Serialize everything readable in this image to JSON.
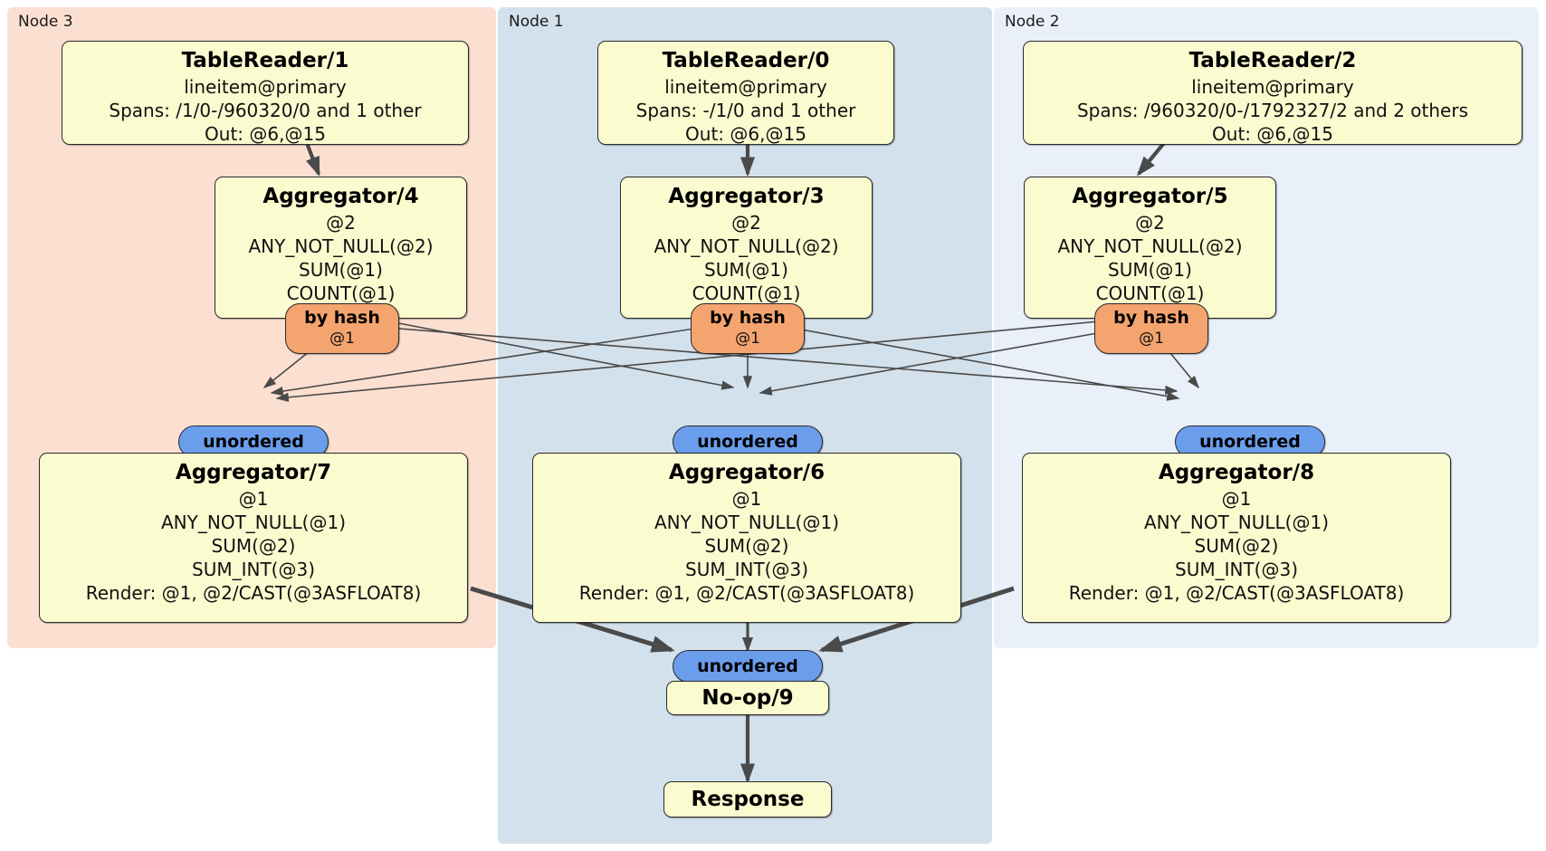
{
  "diagram": {
    "kind": "distributed-query-plan",
    "colors": {
      "node3_panel": "#fbe0d2",
      "node1_panel": "#d3e1ec",
      "node2_panel": "#eaf0fa",
      "processor_box": "#fbfbd0",
      "hash_router": "#f4a46e",
      "unordered_sync": "#6b9ded",
      "edge": "#4a4a4a",
      "border": "#2a2a2a"
    }
  },
  "nodes": [
    {
      "id": "node3",
      "label": "Node 3"
    },
    {
      "id": "node1",
      "label": "Node 1"
    },
    {
      "id": "node2",
      "label": "Node 2"
    }
  ],
  "processors": {
    "tablereader1": {
      "title": "TableReader/1",
      "lines": [
        "lineitem@primary",
        "Spans: /1/0-/960320/0 and 1 other",
        "Out: @6,@15"
      ]
    },
    "tablereader0": {
      "title": "TableReader/0",
      "lines": [
        "lineitem@primary",
        "Spans: -/1/0 and 1 other",
        "Out: @6,@15"
      ]
    },
    "tablereader2": {
      "title": "TableReader/2",
      "lines": [
        "lineitem@primary",
        "Spans: /960320/0-/1792327/2 and 2 others",
        "Out: @6,@15"
      ]
    },
    "aggregator4": {
      "title": "Aggregator/4",
      "lines": [
        "@2",
        "ANY_NOT_NULL(@2)",
        "SUM(@1)",
        "COUNT(@1)"
      ]
    },
    "aggregator3": {
      "title": "Aggregator/3",
      "lines": [
        "@2",
        "ANY_NOT_NULL(@2)",
        "SUM(@1)",
        "COUNT(@1)"
      ]
    },
    "aggregator5": {
      "title": "Aggregator/5",
      "lines": [
        "@2",
        "ANY_NOT_NULL(@2)",
        "SUM(@1)",
        "COUNT(@1)"
      ]
    },
    "aggregator7": {
      "title": "Aggregator/7",
      "lines": [
        "@1",
        "ANY_NOT_NULL(@1)",
        "SUM(@2)",
        "SUM_INT(@3)",
        "Render: @1, @2/CAST(@3ASFLOAT8)"
      ]
    },
    "aggregator6": {
      "title": "Aggregator/6",
      "lines": [
        "@1",
        "ANY_NOT_NULL(@1)",
        "SUM(@2)",
        "SUM_INT(@3)",
        "Render: @1, @2/CAST(@3ASFLOAT8)"
      ]
    },
    "aggregator8": {
      "title": "Aggregator/8",
      "lines": [
        "@1",
        "ANY_NOT_NULL(@1)",
        "SUM(@2)",
        "SUM_INT(@3)",
        "Render: @1, @2/CAST(@3ASFLOAT8)"
      ]
    },
    "noop9": {
      "title": "No-op/9",
      "lines": []
    },
    "response": {
      "title": "Response",
      "lines": []
    }
  },
  "routers": {
    "hash_left": {
      "title": "by hash",
      "detail": "@1"
    },
    "hash_center": {
      "title": "by hash",
      "detail": "@1"
    },
    "hash_right": {
      "title": "by hash",
      "detail": "@1"
    }
  },
  "synchronizers": {
    "unordered_left": {
      "title": "unordered"
    },
    "unordered_center": {
      "title": "unordered"
    },
    "unordered_right": {
      "title": "unordered"
    },
    "unordered_final": {
      "title": "unordered"
    }
  }
}
